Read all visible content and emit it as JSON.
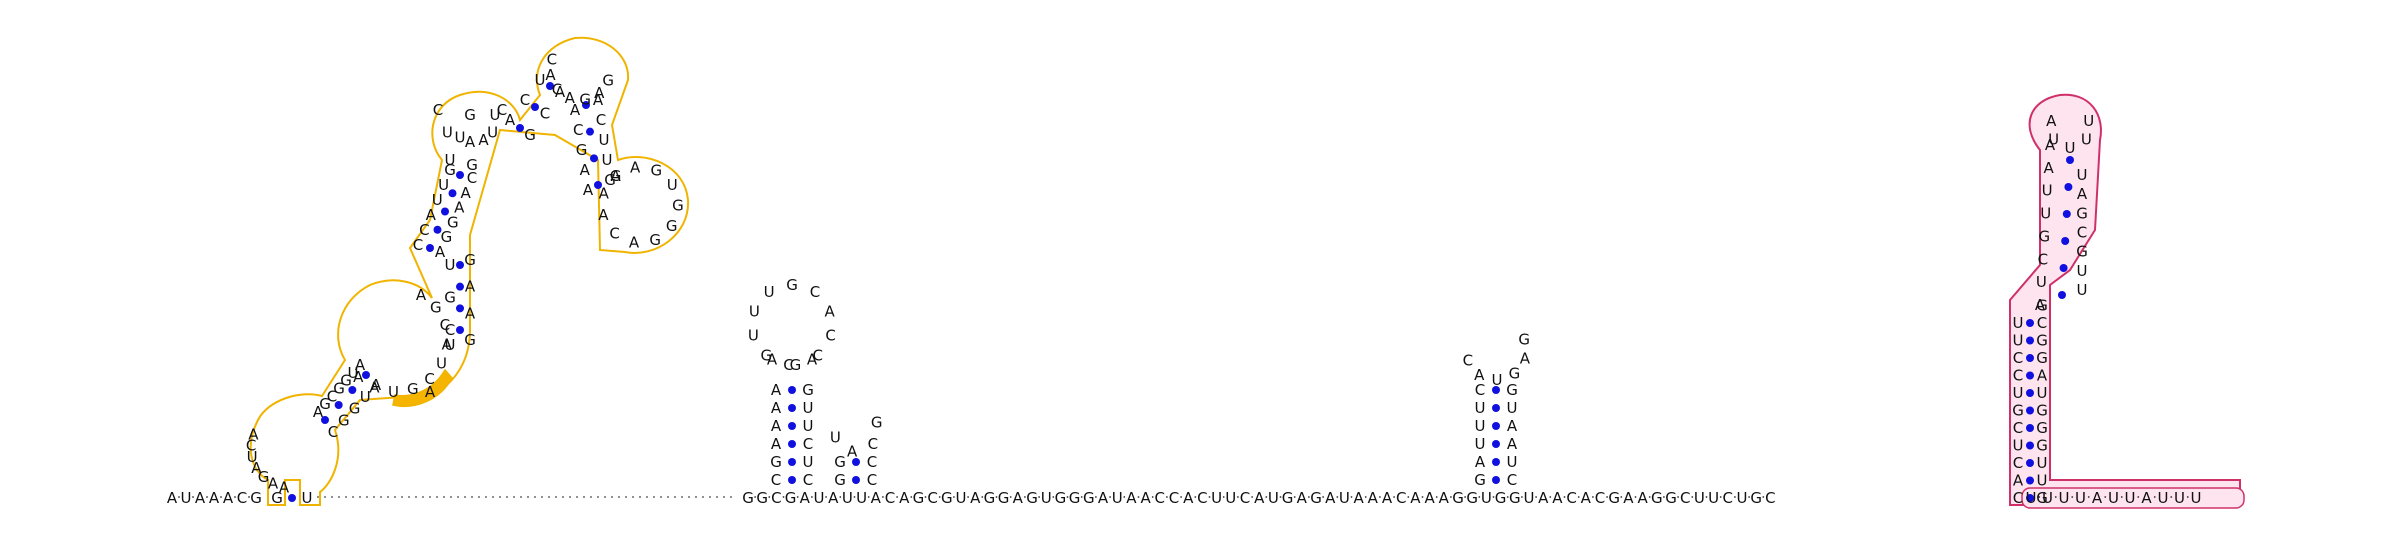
{
  "diagram": {
    "type": "rna-secondary-structure",
    "colors": {
      "pair_dot": "#1010e0",
      "highlight_yellow_outline": "#f0b400",
      "highlight_yellow_fill": "#f5b400",
      "highlight_pink_outline": "#d0306a",
      "highlight_pink_fill": "#fde4ee",
      "backbone": "#333333"
    },
    "left_tail": "AUAAACG",
    "stem1_top": "U",
    "baseline_mid": "GGCGAUAUUACAGCGUAGGAGUGGGAUAACCACUUCAUGAGAUAAACAAAGGUGGUAACACGAAGGCUUCUGC",
    "right_tail": "UUUUAUUAUUU",
    "yellow_domain": {
      "loop1": [
        "A",
        "U",
        "A",
        "G",
        "A",
        "A",
        "C",
        "G",
        "A",
        "G",
        "U",
        "C",
        "G",
        "C",
        "A",
        "U",
        "U",
        "G",
        "C",
        "U",
        "A",
        "A",
        "A",
        "A",
        "C",
        "C",
        "A"
      ],
      "hl1": "AGCGGUA",
      "hl2": "GUACGA",
      "hl3": "UUGCUAUC",
      "hl4": "ACAGAGA",
      "hl5": "GAACAGGGUGAA"
    },
    "hp1": {
      "stem_left": "CGAAAA",
      "stem_right": "CUCUUG",
      "loop": "AGCCACGUUUGCA"
    },
    "hp2": {
      "stem_left": "GG",
      "stem_right": "CC",
      "loop": "UACG"
    },
    "hp3": {
      "stem_left": "GAUUUC",
      "stem_right": "CUAAUG",
      "loop": "CAUGAG"
    },
    "pink_domain": {
      "left_strand": "CACUCGUCCUU",
      "right_strand": "GUUGGGUAGGCG",
      "upper_left": "AUCGUUAA",
      "upper_right": "UUGCGAU",
      "loop": "AUUUU"
    }
  }
}
